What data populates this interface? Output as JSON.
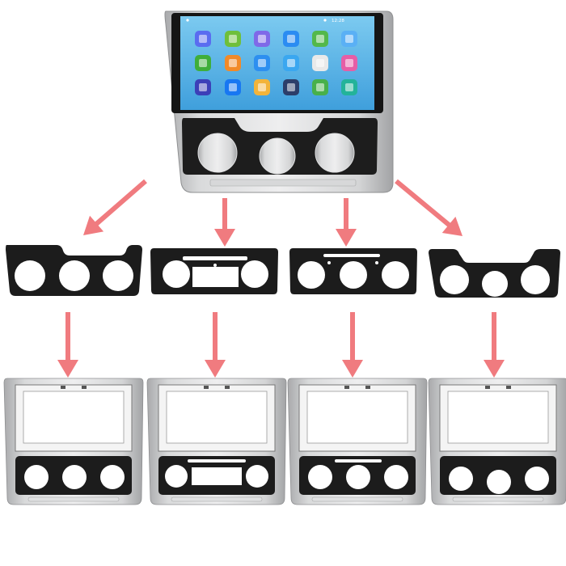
{
  "screen": {
    "status_time": "12:28",
    "apps": [
      {
        "icon": "video-app-icon",
        "color": "#5a6cf0"
      },
      {
        "icon": "android-icon",
        "color": "#6fbf3b"
      },
      {
        "icon": "navigation-icon",
        "color": "#7f69e8"
      },
      {
        "icon": "store-bag-icon",
        "color": "#2b8cf2"
      },
      {
        "icon": "car-icon",
        "color": "#53b84a"
      },
      {
        "icon": "cloud-icon",
        "color": "#5ab0f5"
      },
      {
        "icon": "green-circle-icon",
        "color": "#3fae3a"
      },
      {
        "icon": "compass-icon",
        "color": "#f28a28"
      },
      {
        "icon": "phone-icon",
        "color": "#2d8ff0"
      },
      {
        "icon": "settings-gear-icon",
        "color": "#3aa7f0"
      },
      {
        "icon": "chrome-icon",
        "color": "#e9e9e9"
      },
      {
        "icon": "color-wheel-icon",
        "color": "#e65ea6"
      },
      {
        "icon": "media-player-icon",
        "color": "#3c3fb8"
      },
      {
        "icon": "facebook-icon",
        "color": "#1877f2"
      },
      {
        "icon": "folder-icon",
        "color": "#f3b43a"
      },
      {
        "icon": "edit-icon",
        "color": "#2c3e6a"
      },
      {
        "icon": "maps-icon",
        "color": "#48b04b"
      },
      {
        "icon": "music-icon",
        "color": "#23b39a"
      }
    ]
  },
  "colors": {
    "arrow": "#f07b7f",
    "panel_black": "#1c1c1c",
    "silver": "#c9cacb",
    "screen_bg": "#63b8e8"
  },
  "variants": [
    {
      "name": "variant-1-three-knob-panel"
    },
    {
      "name": "variant-2-rectangular-vent-panel"
    },
    {
      "name": "variant-3-round-knob-panel"
    },
    {
      "name": "variant-4-raised-center-panel"
    }
  ]
}
